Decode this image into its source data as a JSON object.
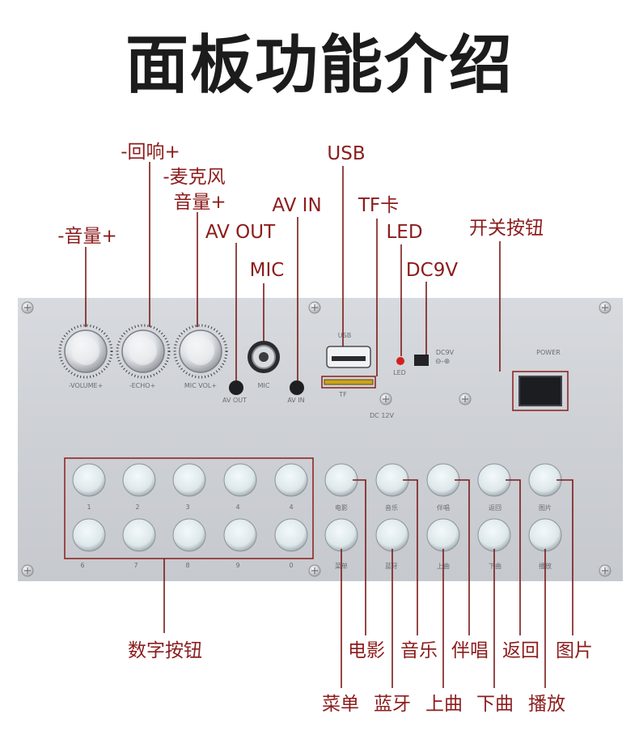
{
  "title": "面板功能介绍",
  "callouts": {
    "volume": "-音量+",
    "echo": "-回响+",
    "mic_vol_line1": "-麦克风",
    "mic_vol_line2": "音量+",
    "av_out": "AV OUT",
    "mic": "MIC",
    "av_in": "AV IN",
    "usb": "USB",
    "tf": "TF卡",
    "led": "LED",
    "dc9v": "DC9V",
    "power_switch": "开关按钮",
    "number_buttons": "数字按钮",
    "movie": "电影",
    "music": "音乐",
    "accompany": "伴唱",
    "back": "返回",
    "picture": "图片",
    "menu": "菜单",
    "bluetooth": "蓝牙",
    "prev": "上曲",
    "next": "下曲",
    "play": "播放"
  },
  "panel": {
    "knobs": [
      "-VOLUME+",
      "-ECHO+",
      "MIC VOL+"
    ],
    "jacks": [
      "AV OUT",
      "MIC",
      "AV IN"
    ],
    "usb": "USB",
    "tf": "TF",
    "led": "LED",
    "dc_jack": "DC9V",
    "dc_12v": "DC 12V",
    "power": "POWER",
    "number_row1": [
      "1",
      "2",
      "3",
      "4",
      "4"
    ],
    "number_row2": [
      "6",
      "7",
      "8",
      "9",
      "0"
    ],
    "func_row1": [
      "电影",
      "音乐",
      "伴唱",
      "返回",
      "图片"
    ],
    "func_row2": [
      "菜单",
      "蓝牙",
      "上曲",
      "下曲",
      "播放"
    ]
  },
  "colors": {
    "callout_text": "#8c1c1c",
    "leader_line": "#7a1a1a",
    "title": "#1c1c1c",
    "panel": "#cfd2d6",
    "led": "#d02020"
  }
}
